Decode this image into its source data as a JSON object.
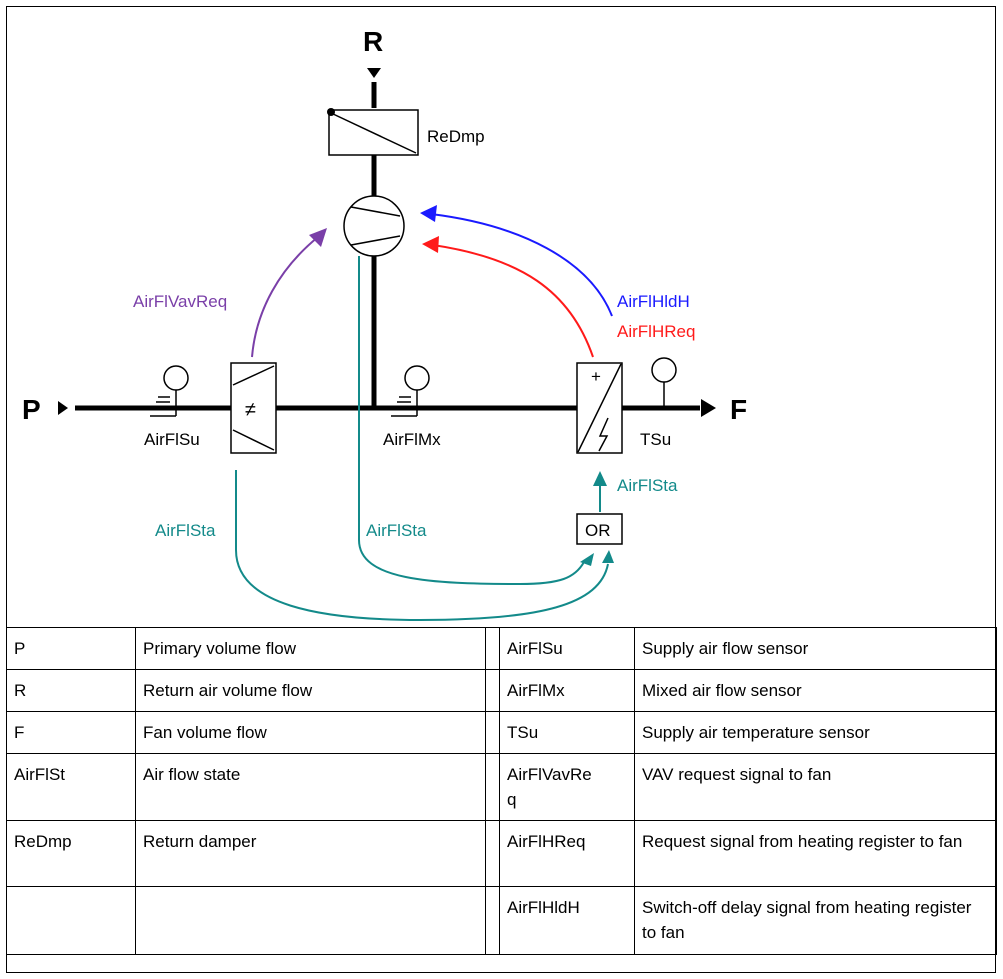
{
  "diagram": {
    "flows": {
      "return": "R",
      "primary": "P",
      "fan": "F"
    },
    "components": {
      "return_damper": "ReDmp",
      "supply_flow_sensor": "AirFlSu",
      "mixed_flow_sensor": "AirFlMx",
      "supply_temp_sensor": "TSu",
      "or_gate": "OR"
    },
    "signals": {
      "vav_request": "AirFlVavReq",
      "heating_hold": "AirFlHldH",
      "heating_request": "AirFlHReq",
      "state_left": "AirFlSta",
      "state_center": "AirFlSta",
      "state_out": "AirFlSta"
    },
    "colors": {
      "vav_request": "#7a3fa8",
      "heating_hold": "#1a1aff",
      "heating_request": "#ff1a1a",
      "state": "#138a8a",
      "line": "#000000"
    }
  },
  "legend": [
    {
      "code1": "P",
      "desc1": "Primary volume flow",
      "code2": "AirFlSu",
      "desc2": "Supply air flow sensor"
    },
    {
      "code1": "R",
      "desc1": "Return air volume flow",
      "code2": "AirFlMx",
      "desc2": "Mixed air flow sensor"
    },
    {
      "code1": "F",
      "desc1": "Fan volume flow",
      "code2": "TSu",
      "desc2": "Supply air temperature sensor"
    },
    {
      "code1": "AirFlSt",
      "desc1": "Air flow state",
      "code2": "AirFlVavRe\nq",
      "desc2": "VAV request signal to fan"
    },
    {
      "code1": "ReDmp",
      "desc1": "Return damper",
      "code2": "AirFlHReq",
      "desc2": "Request signal from heating register to fan"
    },
    {
      "code1": "",
      "desc1": "",
      "code2": "AirFlHldH",
      "desc2": "Switch-off delay signal from heating register to fan"
    }
  ]
}
